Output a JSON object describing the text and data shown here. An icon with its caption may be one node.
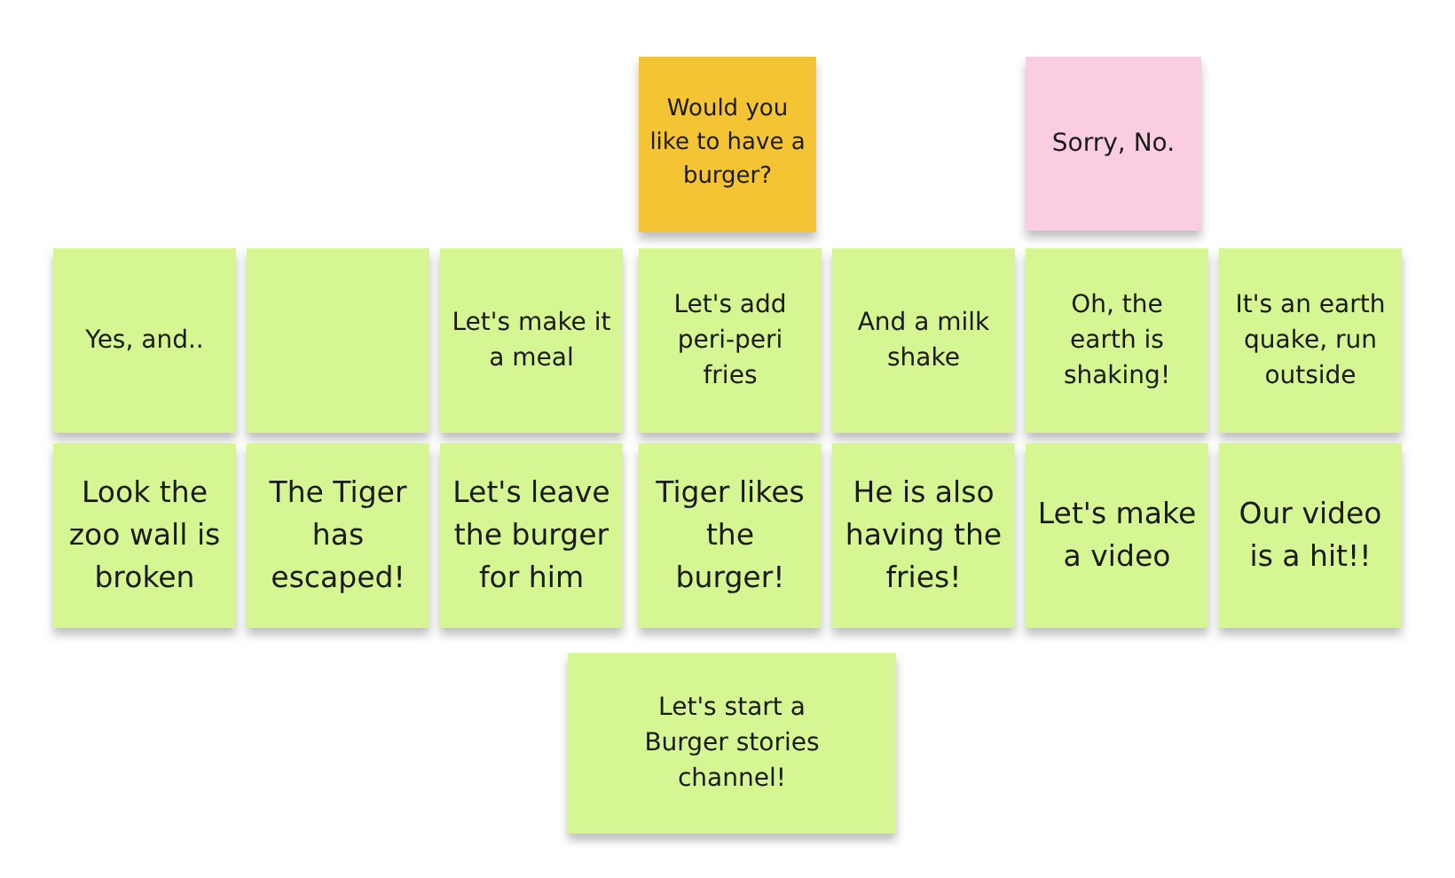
{
  "diagram": {
    "nodes": [
      {
        "text": [
          "Would you like to have a burger?"
        ]
      },
      {
        "text": [
          "Sorry, No."
        ]
      },
      {
        "text": [
          "Yes, and.."
        ]
      },
      {
        "text": [],
        "shape": "box"
      },
      {
        "text": [
          "Let's make it a meal"
        ]
      },
      {
        "text": [
          "Let's add peri-peri fries"
        ]
      },
      {
        "text": [
          "And a milk shake"
        ]
      },
      {
        "text": [
          "Oh, the earth is shaking!"
        ]
      },
      {
        "text": [
          "It's an earth quake, run outside"
        ]
      },
      {
        "text": [
          "Look the zoo wall is broken"
        ]
      },
      {
        "text": [
          "The Tiger has escaped!"
        ]
      },
      {
        "text": [
          "Let's leave the burger for him"
        ]
      },
      {
        "text": [
          "Tiger likes the burger!"
        ]
      },
      {
        "text": [
          "He is also having the fries!"
        ]
      },
      {
        "text": [
          "Let's make a video"
        ]
      },
      {
        "text": [
          "Our video is a hit!!"
        ]
      },
      {
        "text": [
          "Let's start a Burger stories channel!"
        ]
      }
    ]
  }
}
